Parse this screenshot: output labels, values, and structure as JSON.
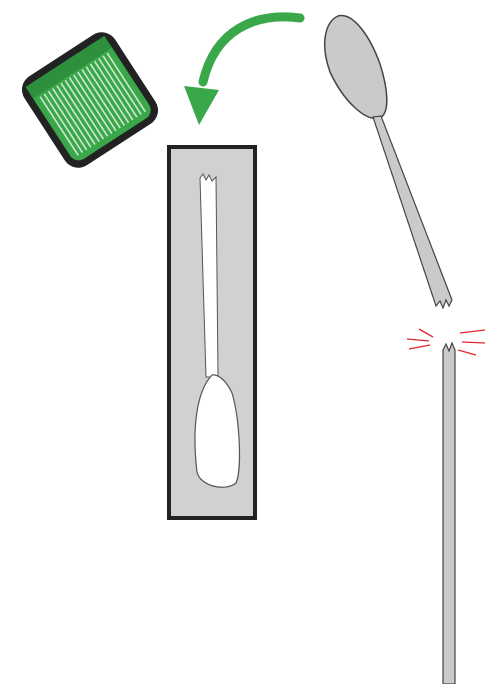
{
  "illustration": {
    "steps": [
      {
        "id": "snap-swab",
        "description_icon": "broken-swab-icon"
      },
      {
        "id": "insert-tube",
        "description_icon": "tube-with-swab-icon"
      },
      {
        "id": "cap-tube",
        "description_icon": "green-cap-icon"
      }
    ],
    "colors": {
      "cap_green": "#3aa84a",
      "cap_stripes": "#cfe8cf",
      "arrow_green": "#3aa84a",
      "tube_gray": "#d0d1d3",
      "swab_head_gray": "#c9cacc",
      "snap_red": "#e0262a",
      "outline": "#222222"
    }
  }
}
